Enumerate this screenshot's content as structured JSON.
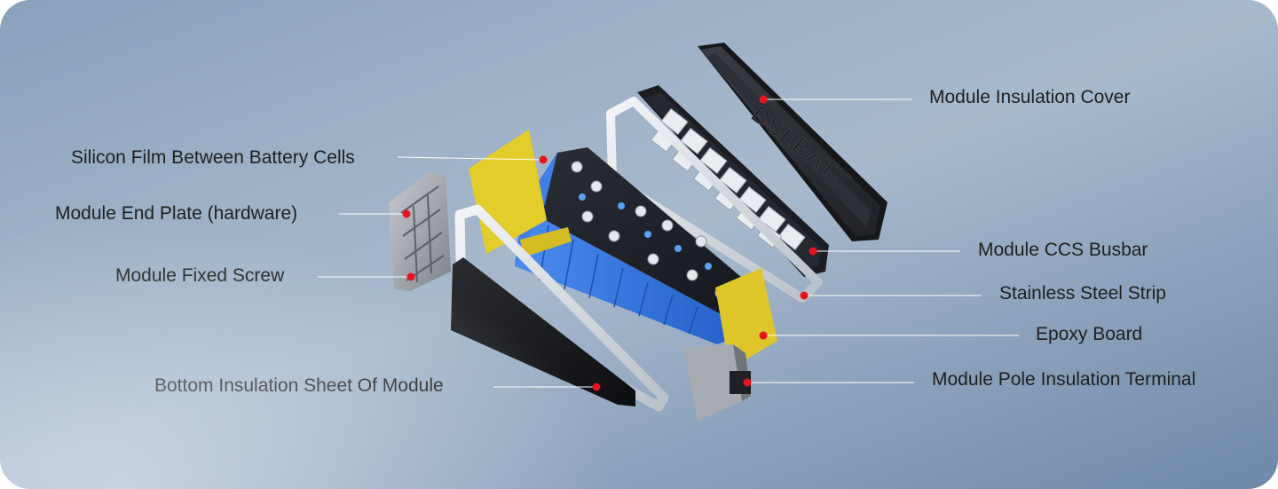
{
  "labels": {
    "silicon_film": "Silicon Film Between Battery Cells",
    "end_plate": "Module End Plate (hardware)",
    "fixed_screw": "Module Fixed Screw",
    "bottom_sheet": "Bottom Insulation Sheet Of Module",
    "insulation_cover": "Module Insulation Cover",
    "ccs_busbar": "Module CCS Busbar",
    "steel_strip": "Stainless Steel Strip",
    "epoxy_board": "Epoxy Board",
    "pole_terminal": "Module Pole Insulation Terminal"
  },
  "cover_marking": "BSLBATT",
  "colors": {
    "marker": "#e8141b",
    "leader": "#ffffff",
    "cell_blue": "#2f73e0",
    "film_yellow": "#e8d23a"
  }
}
